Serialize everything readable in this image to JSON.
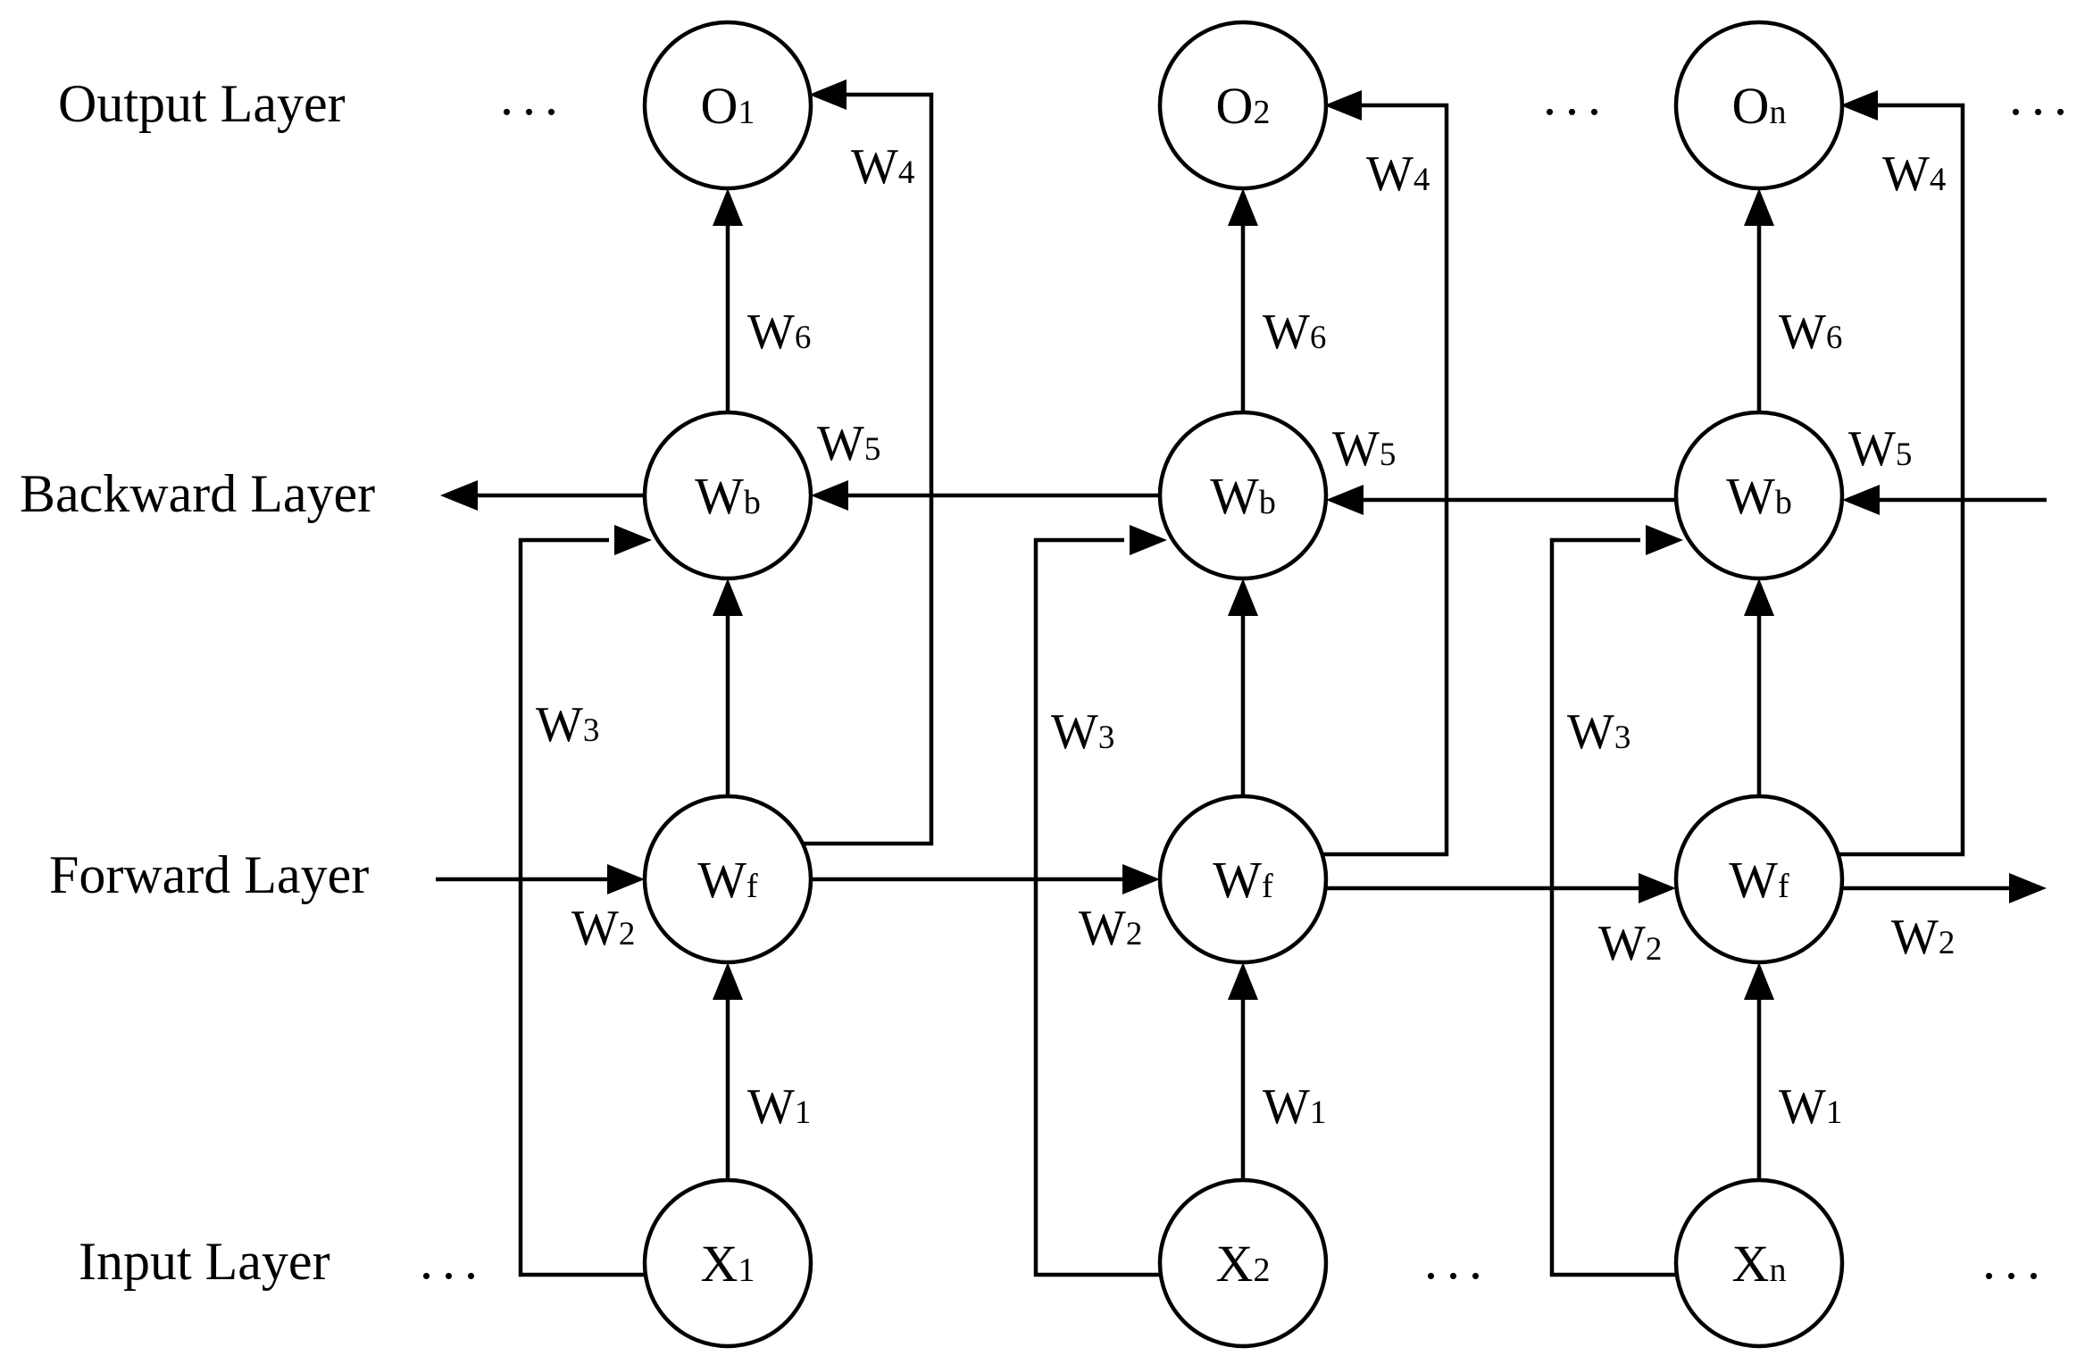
{
  "layers": {
    "output": "Output Layer",
    "backward": "Backward Layer",
    "forward": "Forward Layer",
    "input": "Input Layer"
  },
  "ellipsis": "...",
  "columns": [
    {
      "output": {
        "letter": "O",
        "sub": "1"
      },
      "backward": {
        "letter": "W",
        "sub": "b"
      },
      "forward": {
        "letter": "W",
        "sub": "f"
      },
      "input": {
        "letter": "X",
        "sub": "1"
      }
    },
    {
      "output": {
        "letter": "O",
        "sub": "2"
      },
      "backward": {
        "letter": "W",
        "sub": "b"
      },
      "forward": {
        "letter": "W",
        "sub": "f"
      },
      "input": {
        "letter": "X",
        "sub": "2"
      }
    },
    {
      "output": {
        "letter": "O",
        "sub": "n"
      },
      "backward": {
        "letter": "W",
        "sub": "b"
      },
      "forward": {
        "letter": "W",
        "sub": "f"
      },
      "input": {
        "letter": "X",
        "sub": "n"
      }
    }
  ],
  "weights": {
    "w1": {
      "letter": "W",
      "sub": "1"
    },
    "w2": {
      "letter": "W",
      "sub": "2"
    },
    "w3": {
      "letter": "W",
      "sub": "3"
    },
    "w4": {
      "letter": "W",
      "sub": "4"
    },
    "w5": {
      "letter": "W",
      "sub": "5"
    },
    "w6": {
      "letter": "W",
      "sub": "6"
    }
  }
}
